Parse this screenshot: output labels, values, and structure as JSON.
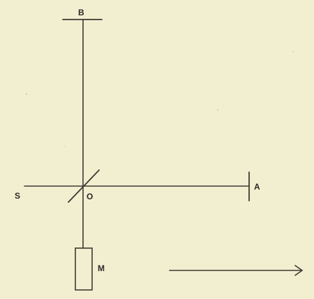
{
  "labels": {
    "b": "B",
    "s": "S",
    "o": "O",
    "a": "A",
    "m": "M"
  },
  "colors": {
    "paper": "#f2eed0",
    "ink": "#3c3a33"
  }
}
